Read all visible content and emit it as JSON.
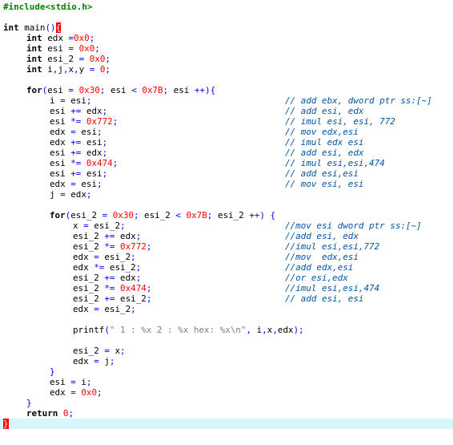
{
  "editor": {
    "colors": {
      "keyword": "#000000",
      "preprocessor": "#008000",
      "number": "#ff0000",
      "operator": "#0000ff",
      "string": "#808080",
      "comment": "#0055aa",
      "current_line": "#d7f7ff",
      "brace_match": "#ff0000"
    },
    "lines": [
      {
        "indent": 0,
        "tokens": [
          [
            "pp",
            "#include<stdio.h>"
          ]
        ]
      },
      {
        "indent": 0,
        "tokens": []
      },
      {
        "indent": 0,
        "tokens": [
          [
            "kw",
            "int"
          ],
          [
            "id",
            " main"
          ],
          [
            "op",
            "()"
          ],
          [
            "brace",
            "{"
          ]
        ]
      },
      {
        "indent": 1,
        "tokens": [
          [
            "kw",
            "int"
          ],
          [
            "id",
            " edx "
          ],
          [
            "op",
            "="
          ],
          [
            "num",
            "0x0"
          ],
          [
            "op",
            ";"
          ]
        ]
      },
      {
        "indent": 1,
        "tokens": [
          [
            "kw",
            "int"
          ],
          [
            "id",
            " esi "
          ],
          [
            "op",
            "="
          ],
          [
            "id",
            " "
          ],
          [
            "num",
            "0x0"
          ],
          [
            "op",
            ";"
          ]
        ]
      },
      {
        "indent": 1,
        "tokens": [
          [
            "kw",
            "int"
          ],
          [
            "id",
            " esi_2 "
          ],
          [
            "op",
            "="
          ],
          [
            "id",
            " "
          ],
          [
            "num",
            "0x0"
          ],
          [
            "op",
            ";"
          ]
        ]
      },
      {
        "indent": 1,
        "tokens": [
          [
            "kw",
            "int"
          ],
          [
            "id",
            " i"
          ],
          [
            "op",
            ","
          ],
          [
            "id",
            "j"
          ],
          [
            "op",
            ","
          ],
          [
            "id",
            "x"
          ],
          [
            "op",
            ","
          ],
          [
            "id",
            "y "
          ],
          [
            "op",
            "="
          ],
          [
            "id",
            " "
          ],
          [
            "num",
            "0"
          ],
          [
            "op",
            ";"
          ]
        ]
      },
      {
        "indent": 0,
        "tokens": []
      },
      {
        "indent": 1,
        "tokens": [
          [
            "kw",
            "for"
          ],
          [
            "op",
            "("
          ],
          [
            "id",
            "esi "
          ],
          [
            "op",
            "="
          ],
          [
            "id",
            " "
          ],
          [
            "num",
            "0x30"
          ],
          [
            "op",
            ";"
          ],
          [
            "id",
            " esi "
          ],
          [
            "op",
            "<"
          ],
          [
            "id",
            " "
          ],
          [
            "num",
            "0x7B"
          ],
          [
            "op",
            ";"
          ],
          [
            "id",
            " esi "
          ],
          [
            "op",
            "++){"
          ]
        ]
      },
      {
        "indent": 2,
        "tokens": [
          [
            "id",
            "i "
          ],
          [
            "op",
            "="
          ],
          [
            "id",
            " esi"
          ],
          [
            "op",
            ";"
          ]
        ],
        "comment": "// add ebx, dword ptr ss:[~]"
      },
      {
        "indent": 2,
        "tokens": [
          [
            "id",
            "esi "
          ],
          [
            "op",
            "+="
          ],
          [
            "id",
            " edx"
          ],
          [
            "op",
            ";"
          ]
        ],
        "comment": "// add esi, edx"
      },
      {
        "indent": 2,
        "tokens": [
          [
            "id",
            "esi "
          ],
          [
            "op",
            "*="
          ],
          [
            "id",
            " "
          ],
          [
            "num",
            "0x772"
          ],
          [
            "op",
            ";"
          ]
        ],
        "comment": "// imul esi, esi, 772"
      },
      {
        "indent": 2,
        "tokens": [
          [
            "id",
            "edx "
          ],
          [
            "op",
            "="
          ],
          [
            "id",
            " esi"
          ],
          [
            "op",
            ";"
          ]
        ],
        "comment": "// mov edx,esi"
      },
      {
        "indent": 2,
        "tokens": [
          [
            "id",
            "edx "
          ],
          [
            "op",
            "+="
          ],
          [
            "id",
            " esi"
          ],
          [
            "op",
            ";"
          ]
        ],
        "comment": "// imul edx esi"
      },
      {
        "indent": 2,
        "tokens": [
          [
            "id",
            "esi "
          ],
          [
            "op",
            "+="
          ],
          [
            "id",
            " edx"
          ],
          [
            "op",
            ";"
          ]
        ],
        "comment": "// add esi, edx"
      },
      {
        "indent": 2,
        "tokens": [
          [
            "id",
            "esi "
          ],
          [
            "op",
            "*="
          ],
          [
            "id",
            " "
          ],
          [
            "num",
            "0x474"
          ],
          [
            "op",
            ";"
          ]
        ],
        "comment": "// imul esi,esi,474"
      },
      {
        "indent": 2,
        "tokens": [
          [
            "id",
            "esi "
          ],
          [
            "op",
            "+="
          ],
          [
            "id",
            " esi"
          ],
          [
            "op",
            ";"
          ]
        ],
        "comment": "// add esi,esi"
      },
      {
        "indent": 2,
        "tokens": [
          [
            "id",
            "edx "
          ],
          [
            "op",
            "="
          ],
          [
            "id",
            " esi"
          ],
          [
            "op",
            ";"
          ]
        ],
        "comment": "// mov esi, esi"
      },
      {
        "indent": 2,
        "tokens": [
          [
            "id",
            "j "
          ],
          [
            "op",
            "="
          ],
          [
            "id",
            " edx"
          ],
          [
            "op",
            ";"
          ]
        ]
      },
      {
        "indent": 0,
        "tokens": []
      },
      {
        "indent": 2,
        "tokens": [
          [
            "kw",
            "for"
          ],
          [
            "op",
            "("
          ],
          [
            "id",
            "esi_2 "
          ],
          [
            "op",
            "="
          ],
          [
            "id",
            " "
          ],
          [
            "num",
            "0x30"
          ],
          [
            "op",
            ";"
          ],
          [
            "id",
            " esi_2 "
          ],
          [
            "op",
            "<"
          ],
          [
            "id",
            " "
          ],
          [
            "num",
            "0x7B"
          ],
          [
            "op",
            ";"
          ],
          [
            "id",
            " esi_2 "
          ],
          [
            "op",
            "++)"
          ],
          [
            "id",
            " "
          ],
          [
            "op",
            "{"
          ]
        ]
      },
      {
        "indent": 3,
        "tokens": [
          [
            "id",
            "x "
          ],
          [
            "op",
            "="
          ],
          [
            "id",
            " esi_2"
          ],
          [
            "op",
            ";"
          ]
        ],
        "comment": "//mov esi dword ptr ss:[~]"
      },
      {
        "indent": 3,
        "tokens": [
          [
            "id",
            "esi_2 "
          ],
          [
            "op",
            "+="
          ],
          [
            "id",
            " edx"
          ],
          [
            "op",
            ";"
          ]
        ],
        "comment": "//add esi, edx"
      },
      {
        "indent": 3,
        "tokens": [
          [
            "id",
            "esi_2 "
          ],
          [
            "op",
            "*="
          ],
          [
            "id",
            " "
          ],
          [
            "num",
            "0x772"
          ],
          [
            "op",
            ";"
          ]
        ],
        "comment": "//imul esi,esi,772"
      },
      {
        "indent": 3,
        "tokens": [
          [
            "id",
            "edx "
          ],
          [
            "op",
            "="
          ],
          [
            "id",
            " esi_2"
          ],
          [
            "op",
            ";"
          ]
        ],
        "comment": "//mov  edx,esi"
      },
      {
        "indent": 3,
        "tokens": [
          [
            "id",
            "edx "
          ],
          [
            "op",
            "*="
          ],
          [
            "id",
            " esi_2"
          ],
          [
            "op",
            ";"
          ]
        ],
        "comment": "//add edx,esi"
      },
      {
        "indent": 3,
        "tokens": [
          [
            "id",
            "esi_2 "
          ],
          [
            "op",
            "+="
          ],
          [
            "id",
            " edx"
          ],
          [
            "op",
            ";"
          ]
        ],
        "comment": "//or esi,edx"
      },
      {
        "indent": 3,
        "tokens": [
          [
            "id",
            "esi_2 "
          ],
          [
            "op",
            "*="
          ],
          [
            "id",
            " "
          ],
          [
            "num",
            "0x474"
          ],
          [
            "op",
            ";"
          ]
        ],
        "comment": "//imul esi,esi,474"
      },
      {
        "indent": 3,
        "tokens": [
          [
            "id",
            "esi_2 "
          ],
          [
            "op",
            "+="
          ],
          [
            "id",
            " esi_2"
          ],
          [
            "op",
            ";"
          ]
        ],
        "comment": "// add esi, esi"
      },
      {
        "indent": 3,
        "tokens": [
          [
            "id",
            "edx "
          ],
          [
            "op",
            "="
          ],
          [
            "id",
            " esi_2"
          ],
          [
            "op",
            ";"
          ]
        ]
      },
      {
        "indent": 0,
        "tokens": []
      },
      {
        "indent": 3,
        "tokens": [
          [
            "id",
            "printf"
          ],
          [
            "op",
            "("
          ],
          [
            "str",
            "\" 1 : %x 2 : %x hex: %x\\n\""
          ],
          [
            "op",
            ","
          ],
          [
            "id",
            " i"
          ],
          [
            "op",
            ","
          ],
          [
            "id",
            "x"
          ],
          [
            "op",
            ","
          ],
          [
            "id",
            "edx"
          ],
          [
            "op",
            ");"
          ]
        ]
      },
      {
        "indent": 0,
        "tokens": []
      },
      {
        "indent": 3,
        "tokens": [
          [
            "id",
            "esi_2 "
          ],
          [
            "op",
            "="
          ],
          [
            "id",
            " x"
          ],
          [
            "op",
            ";"
          ]
        ]
      },
      {
        "indent": 3,
        "tokens": [
          [
            "id",
            "edx "
          ],
          [
            "op",
            "="
          ],
          [
            "id",
            " j"
          ],
          [
            "op",
            ";"
          ]
        ]
      },
      {
        "indent": 2,
        "tokens": [
          [
            "op",
            "}"
          ]
        ]
      },
      {
        "indent": 2,
        "tokens": [
          [
            "id",
            "esi "
          ],
          [
            "op",
            "="
          ],
          [
            "id",
            " i"
          ],
          [
            "op",
            ";"
          ]
        ]
      },
      {
        "indent": 2,
        "tokens": [
          [
            "id",
            "edx "
          ],
          [
            "op",
            "="
          ],
          [
            "id",
            " "
          ],
          [
            "num",
            "0x0"
          ],
          [
            "op",
            ";"
          ]
        ]
      },
      {
        "indent": 1,
        "tokens": [
          [
            "op",
            "}"
          ]
        ]
      },
      {
        "indent": 1,
        "tokens": [
          [
            "kw",
            "return"
          ],
          [
            "id",
            " "
          ],
          [
            "num",
            "0"
          ],
          [
            "op",
            ";"
          ]
        ]
      },
      {
        "indent": 0,
        "tokens": [
          [
            "brace",
            "}"
          ]
        ],
        "current": true
      }
    ]
  }
}
